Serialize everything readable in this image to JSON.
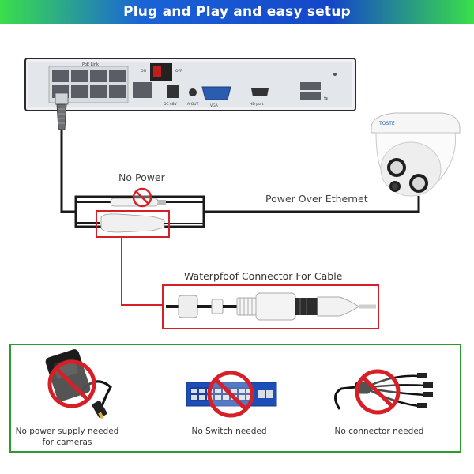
{
  "banner": {
    "title": "Plug and Play and easy setup"
  },
  "nvr": {
    "poe_link_label": "PoE Link",
    "on_label": "ON",
    "off_label": "OFF",
    "dc_label": "DC 48V",
    "audio_label": "A-OUT",
    "vga_label": "VGA",
    "hdmi_label": "HD port"
  },
  "camera": {
    "brand_label": "TOSTE"
  },
  "labels": {
    "no_power": "No Power",
    "poe": "Power Over Ethernet",
    "waterproof": "Waterpfoof Connector For Cable"
  },
  "bottom": {
    "supply_caption_line1": "No power supply needed",
    "supply_caption_line2": "for cameras",
    "switch_caption": "No Switch needed",
    "connector_caption": "No connector needed"
  },
  "colors": {
    "accent_red": "#d61f26",
    "frame_green": "#2d9a2d",
    "banner_blue": "#1a54d6"
  }
}
